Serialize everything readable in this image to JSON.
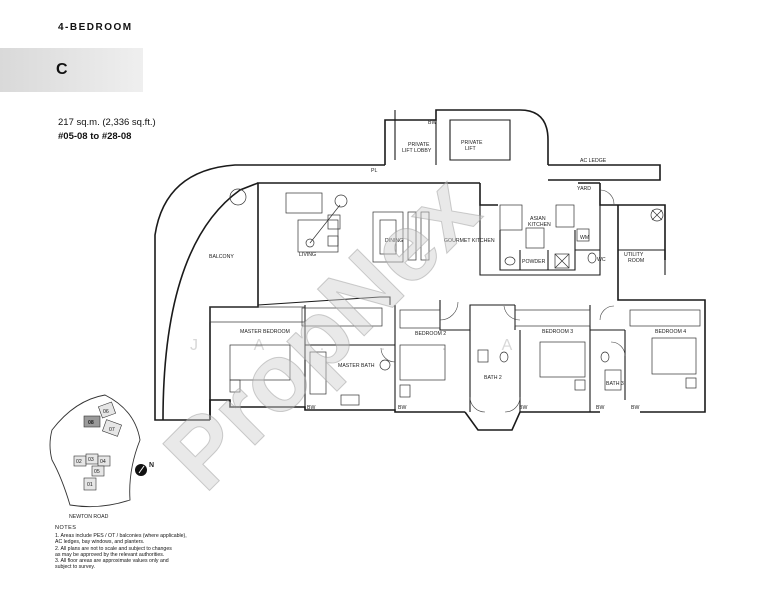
{
  "header": {
    "type": "4-BEDROOM",
    "unit": "C",
    "area": "217 sq.m. (2,336 sq.ft.)",
    "range": "#05-08 to #28-08"
  },
  "rooms": {
    "balcony": "BALCONY",
    "living": "LIVING",
    "dining": "DINING",
    "gourmet_kitchen": "GOURMET KITCHEN",
    "asian_kitchen_1": "ASIAN",
    "asian_kitchen_2": "KITCHEN",
    "private_lift_lobby_1": "PRIVATE",
    "private_lift_lobby_2": "LIFT LOBBY",
    "private_lift_1": "PRIVATE",
    "private_lift_2": "LIFT",
    "ac_ledge": "AC LEDGE",
    "yard": "YARD",
    "powder": "POWDER",
    "wm": "WM",
    "wc": "WC",
    "utility_1": "UTILITY",
    "utility_2": "ROOM",
    "master_bedroom": "MASTER BEDROOM",
    "master_bath": "MASTER BATH",
    "bedroom_2": "BEDROOM 2",
    "bedroom_3": "BEDROOM 3",
    "bedroom_4": "BEDROOM 4",
    "bath_2": "BATH 2",
    "bath_3": "BATH 3",
    "pl": "PL",
    "bw_top": "BW",
    "bw_1": "BW",
    "bw_2": "BW",
    "bw_3": "BW",
    "bw_4": "BW",
    "bw_5": "BW"
  },
  "key_plan": {
    "units": [
      "06",
      "08",
      "07",
      "02",
      "03",
      "04",
      "05",
      "01"
    ],
    "road": "NEWTON ROAD",
    "north": "N"
  },
  "watermark": "PropNex",
  "watermark_faint": "J A . . . A",
  "notes": {
    "title": "NOTES",
    "items": [
      "1. Areas include PES / OT / balconies (where applicable),",
      "   AC ledges, bay windows, and planters.",
      "2. All plans are not to scale and subject to changes",
      "   as may be approved by the relevant authorities.",
      "3. All floor areas are approximate values only and",
      "   subject to survey."
    ]
  },
  "colors": {
    "wall": "#1a1a1a",
    "band": "#dcdcdc",
    "watermark": "#bdbdbd"
  }
}
